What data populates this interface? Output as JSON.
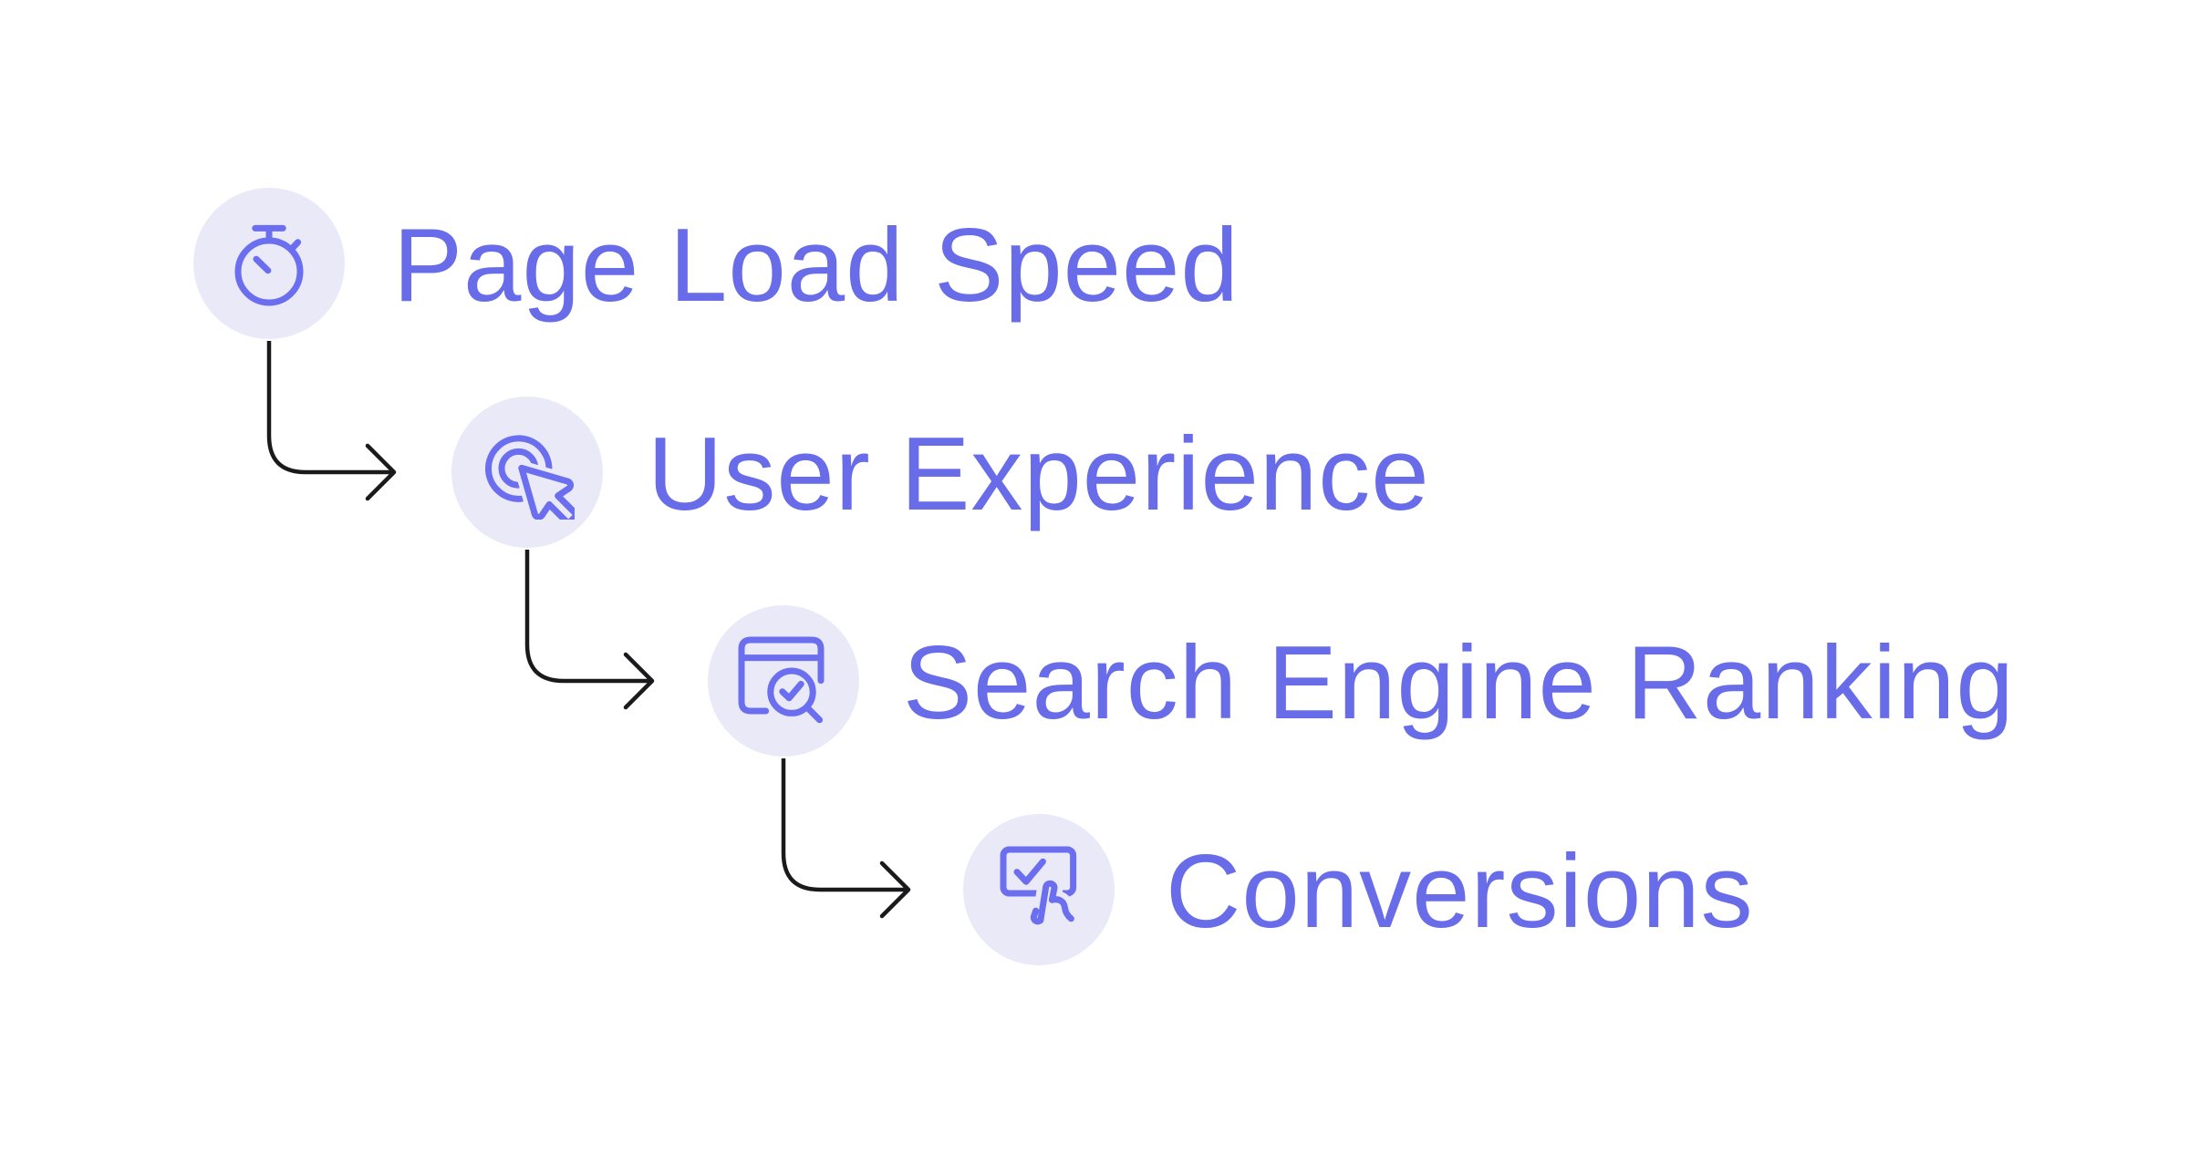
{
  "diagram": {
    "type": "cascade-flow",
    "steps": [
      {
        "label": "Page Load Speed",
        "icon": "stopwatch-icon"
      },
      {
        "label": "User Experience",
        "icon": "cursor-click-icon"
      },
      {
        "label": "Search Engine Ranking",
        "icon": "browser-search-check-icon"
      },
      {
        "label": "Conversions",
        "icon": "tap-check-icon"
      }
    ],
    "connections": [
      {
        "from": "Page Load Speed",
        "to": "User Experience"
      },
      {
        "from": "User Experience",
        "to": "Search Engine Ranking"
      },
      {
        "from": "Search Engine Ranking",
        "to": "Conversions"
      }
    ],
    "colors": {
      "background": "#FFFFFF",
      "label_text": "#686CE9",
      "icon_stroke": "#6B6EEF",
      "icon_badge_bg": "#E9E9F8",
      "arrow": "#1A1A1D"
    }
  }
}
